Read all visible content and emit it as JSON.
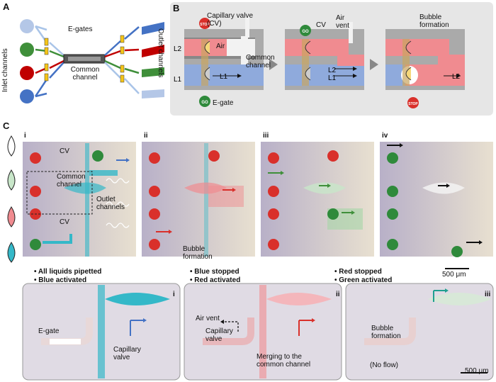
{
  "panel_A": {
    "label": "A",
    "inlet_label": "Inlet channels",
    "outlet_label": "Outlet channels",
    "egates_label": "E-gates",
    "common_label": "Common channel"
  },
  "panel_B": {
    "label": "B",
    "cv_label": "Capillary valve (CV)",
    "air_label": "Air",
    "air_vent_label": "Air vent",
    "cv_short": "CV",
    "common_label": "Common channel",
    "bubble_label": "Bubble formation",
    "l2": "L2",
    "l1": "L1",
    "l1_arrow": "L1",
    "egate_label": "E-gate",
    "stop": "STOP",
    "go": "GO"
  },
  "panel_C": {
    "label": "C",
    "romans": [
      "i",
      "ii",
      "iii",
      "iv"
    ],
    "cv_top": "CV",
    "cv_bottom": "CV",
    "common_label": "Common channel",
    "outlet_label": "Outlet channels",
    "bubble_label": "Bubble formation",
    "steps": [
      [
        "All liquids pipetted",
        "Blue activated"
      ],
      [
        "Blue stopped",
        "Red activated"
      ],
      [
        "Red stopped",
        "Green activated"
      ]
    ],
    "scale_top": "500 μm",
    "scale_bottom": "500 μm",
    "zoom_romans": [
      "i",
      "ii",
      "iii"
    ],
    "egate_label": "E-gate",
    "capillary_valve": "Capillary valve",
    "air_vent": "Air vent",
    "capillary_valve2": "Capillary valve",
    "merging_label": "Merging to the common channel",
    "bubble_label2": "Bubble formation",
    "no_flow": "(No flow)"
  },
  "colors": {
    "blue": "#4472c4",
    "green": "#3f8f3a",
    "red": "#c00000",
    "cyan": "#34b8c8",
    "pink": "#f07a84",
    "lightblue": "#a9c4e8",
    "stop": "#d9302b",
    "go": "#2f8a3b"
  }
}
